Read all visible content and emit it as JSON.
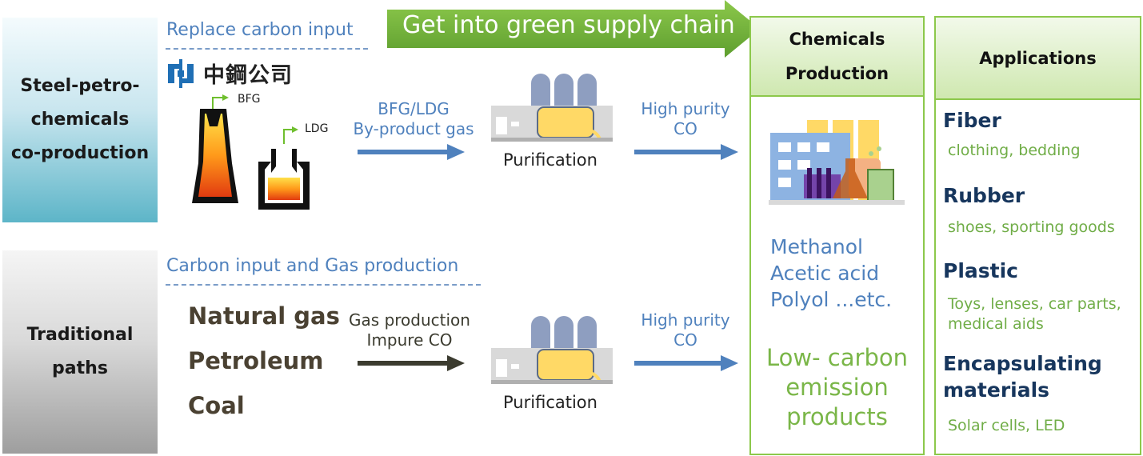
{
  "rows": {
    "steel_label": "Steel-petro-\nchemicals\nco-production",
    "traditional_label": "Traditional\npaths"
  },
  "steel_path": {
    "section_title": "Replace carbon input",
    "logo_text": "中鋼公司",
    "bfg_tag": "BFG",
    "ldg_tag": "LDG",
    "gas_label": "BFG/LDG\nBy-product gas",
    "purification": "Purification",
    "output_label": "High purity\nCO"
  },
  "traditional_path": {
    "section_title": "Carbon input and Gas production",
    "feedstocks": [
      "Natural gas",
      "Petroleum",
      "Coal"
    ],
    "gas_label": "Gas production\nImpure CO",
    "purification": "Purification",
    "output_label": "High purity\nCO"
  },
  "banner": {
    "text": "Get into green supply chain",
    "color": "#70ad47"
  },
  "chemicals": {
    "title": "Chemicals\nProduction",
    "products": [
      "Methanol",
      "Acetic acid",
      "Polyol ...etc."
    ],
    "low_carbon": "Low- carbon\nemission\nproducts"
  },
  "applications": {
    "title": "Applications",
    "items": [
      {
        "name": "Fiber",
        "detail": "clothing, bedding"
      },
      {
        "name": "Rubber",
        "detail": "shoes, sporting goods"
      },
      {
        "name": "Plastic",
        "detail": "Toys, lenses, car parts,\nmedical aids"
      },
      {
        "name": "Encapsulating\nmaterials",
        "detail": "Solar cells, LED"
      }
    ]
  },
  "colors": {
    "blue_text": "#4f81bd",
    "green_border": "#8cc84b",
    "green_text": "#70ad47",
    "navy_text": "#17365d",
    "flow_arrow_blue": "#4f81bd",
    "flow_arrow_dark": "#3b3b2f"
  },
  "icons": [
    "csc-logo-icon",
    "blast-furnace-icon",
    "converter-icon",
    "purification-plant-icon",
    "chemical-factory-icon",
    "arrow-icon"
  ]
}
